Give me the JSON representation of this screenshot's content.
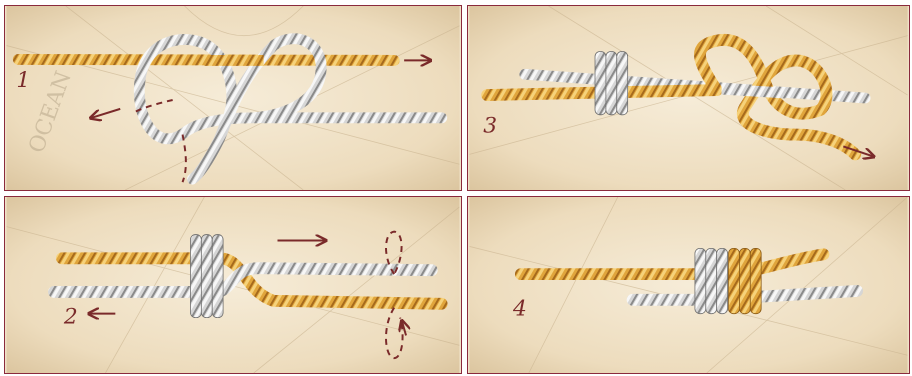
{
  "figure": {
    "panels": [
      {
        "id": "p1",
        "step": "1",
        "map_text": "OCEAN"
      },
      {
        "id": "p3",
        "step": "3",
        "map_text": ""
      },
      {
        "id": "p2",
        "step": "2",
        "map_text": ""
      },
      {
        "id": "p4",
        "step": "4",
        "map_text": ""
      }
    ]
  },
  "colors": {
    "gold_rope": "#e0a53c",
    "gold_rope_dark": "#a66a1c",
    "gold_rope_light": "#f6d27a",
    "white_rope": "#d6d6d6",
    "white_rope_dark": "#8a8a8a",
    "white_rope_light": "#f7f7f7",
    "arrow": "#7a2a2a",
    "frame": "#8a2a3c",
    "parchment": "#efe2c8"
  },
  "icons": [
    "arrow-right-icon",
    "arrow-left-icon",
    "arrow-up-icon",
    "arrow-down-right-icon"
  ]
}
